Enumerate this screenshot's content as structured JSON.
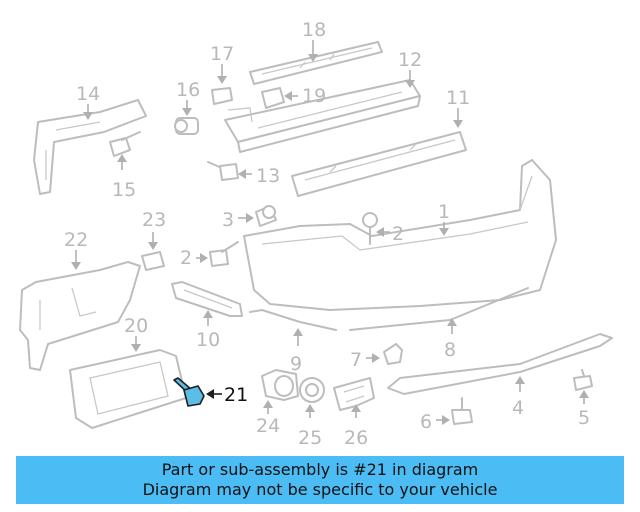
{
  "labels": {
    "p1": "1",
    "p2a": "2",
    "p2b": "2",
    "p3": "3",
    "p4": "4",
    "p5": "5",
    "p6": "6",
    "p7": "7",
    "p8": "8",
    "p9": "9",
    "p10": "10",
    "p11": "11",
    "p12": "12",
    "p13": "13",
    "p14": "14",
    "p15": "15",
    "p16": "16",
    "p17": "17",
    "p18": "18",
    "p19": "19",
    "p20": "20",
    "p21": "21",
    "p22": "22",
    "p23": "23",
    "p24": "24",
    "p25": "25",
    "p26": "26"
  },
  "highlighted_part": "21",
  "colors": {
    "highlight_fill": "#5cbde6",
    "banner_bg": "#4bbcf4",
    "part_stroke": "#bdbdbd"
  },
  "banner": {
    "line1": "Part or sub-assembly is #21 in diagram",
    "line2": "Diagram may not be specific to your vehicle"
  }
}
